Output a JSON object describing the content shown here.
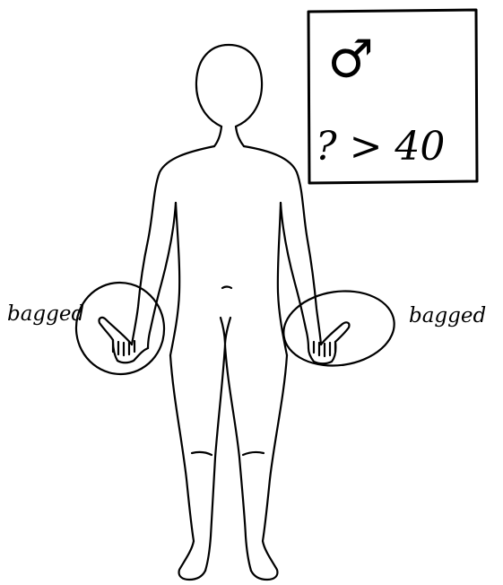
{
  "figure": {
    "left_label": "bagged",
    "right_label": "bagged",
    "info_box": {
      "sex_symbol": "♂",
      "age_note": "? > 40"
    }
  }
}
